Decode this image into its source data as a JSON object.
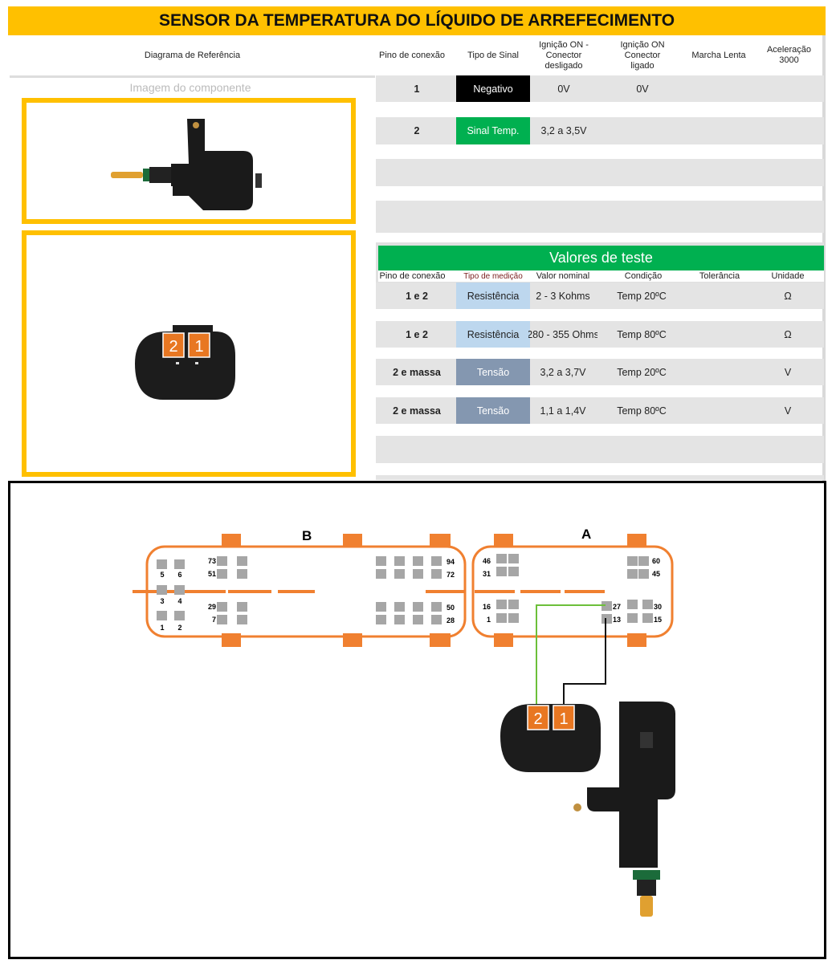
{
  "title": "SENSOR DA TEMPERATURA DO LÍQUIDO DE ARREFECIMENTO",
  "header": {
    "diagram": "Diagrama de Referência",
    "pin": "Pino de conexão",
    "signal": "Tipo de Sinal",
    "ign_off": "Ignição ON - Conector desligado",
    "ign_on": "Ignição ON Conector ligado",
    "idle": "Marcha Lenta",
    "accel": "Aceleração 3000"
  },
  "component_label": "Imagem do componente",
  "pins": [
    {
      "pin": "1",
      "signal": "Negativo",
      "signal_color": "#000000",
      "ign_off": "0V",
      "ign_on": "0V"
    },
    {
      "pin": "2",
      "signal": "Sinal Temp.",
      "signal_color": "#00B050",
      "ign_off": "3,2 a 3,5V",
      "ign_on": ""
    }
  ],
  "tests": {
    "title": "Valores de teste",
    "headers": {
      "pin": "Pino de conexão",
      "type": "Tipo de medição",
      "nominal": "Valor nominal",
      "condition": "Condição",
      "tolerance": "Tolerância",
      "unit": "Unidade"
    },
    "rows": [
      {
        "pin": "1 e 2",
        "type": "Resistência",
        "nominal": "2 - 3  Kohms",
        "condition": "Temp 20ºC",
        "unit": "Ω"
      },
      {
        "pin": "1 e 2",
        "type": "Resistência",
        "nominal": "280 - 355 Ohms",
        "condition": "Temp 80ºC",
        "unit": "Ω"
      },
      {
        "pin": "2 e massa",
        "type": "Tensão",
        "nominal": "3,2 a 3,7V",
        "condition": "Temp 20ºC",
        "unit": "V"
      },
      {
        "pin": "2 e massa",
        "type": "Tensão",
        "nominal": "1,1 a 1,4V",
        "condition": "Temp 80ºC",
        "unit": "V"
      }
    ]
  },
  "connector_pins": {
    "p1": "1",
    "p2": "2"
  },
  "ecu": {
    "B": {
      "label": "B",
      "pins": [
        "5",
        "6",
        "3",
        "4",
        "1",
        "2",
        "73",
        "51",
        "29",
        "7",
        "94",
        "72",
        "50",
        "28"
      ]
    },
    "A": {
      "label": "A",
      "pins": [
        "46",
        "31",
        "16",
        "1",
        "60",
        "45",
        "27",
        "13",
        "30",
        "15"
      ]
    }
  },
  "colors": {
    "yellow": "#FFC000",
    "green": "#00B050",
    "orange": "#F08030",
    "resist": "#BDD7EE",
    "tension": "#8497B0"
  }
}
